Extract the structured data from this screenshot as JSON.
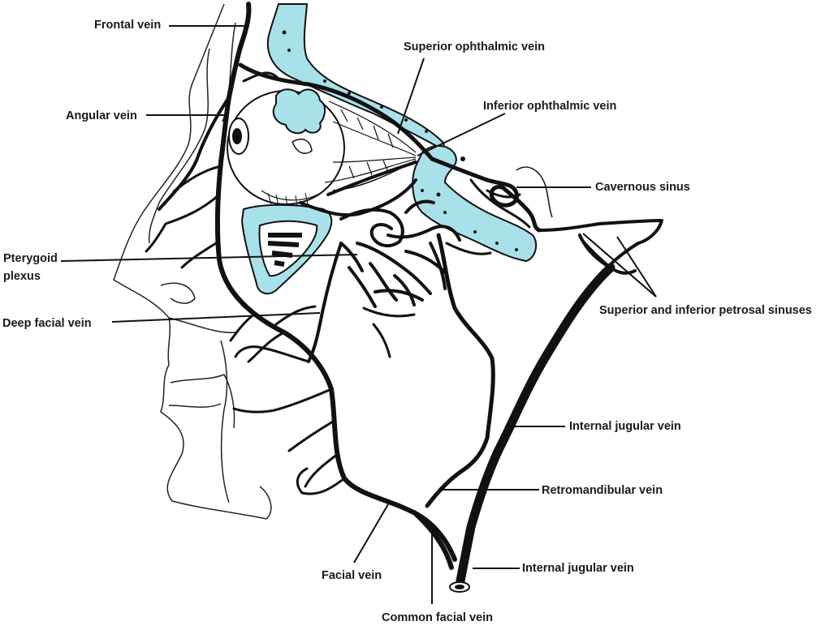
{
  "colors": {
    "bone_fill": "#a9e1ea",
    "ink": "#111111",
    "label": "#1a1a1a",
    "background": "#ffffff"
  },
  "labels": {
    "frontal_vein": "Frontal vein",
    "angular_vein": "Angular vein",
    "superior_ophthalmic_vein": "Superior ophthalmic vein",
    "inferior_ophthalmic_vein": "Inferior ophthalmic vein",
    "cavernous_sinus": "Cavernous sinus",
    "pterygoid_plexus": "Pterygoid plexus",
    "deep_facial_vein": "Deep facial vein",
    "petrosal_sinuses": "Superior and inferior petrosal sinuses",
    "internal_jugular_vein_upper": "Internal jugular vein",
    "retromandibular_vein": "Retromandibular vein",
    "internal_jugular_vein_lower": "Internal jugular vein",
    "facial_vein": "Facial vein",
    "common_facial_vein": "Common facial vein"
  }
}
